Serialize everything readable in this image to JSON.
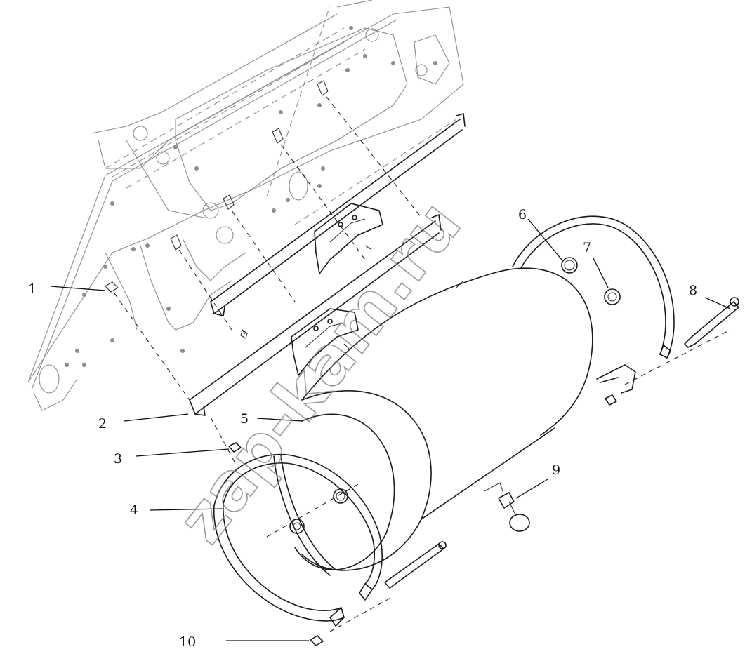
{
  "callouts": [
    {
      "id": "1",
      "text": "1"
    },
    {
      "id": "2",
      "text": "2"
    },
    {
      "id": "3",
      "text": "3"
    },
    {
      "id": "4",
      "text": "4"
    },
    {
      "id": "5",
      "text": "5"
    },
    {
      "id": "6",
      "text": "6"
    },
    {
      "id": "7",
      "text": "7"
    },
    {
      "id": "8",
      "text": "8"
    },
    {
      "id": "9",
      "text": "9"
    },
    {
      "id": "10",
      "text": "10"
    }
  ],
  "watermark": "zap-kam.ru",
  "colors": {
    "line": "#1a1a1a",
    "frame": "#8c8c8c",
    "watermark": "#777777",
    "background": "#ffffff"
  }
}
